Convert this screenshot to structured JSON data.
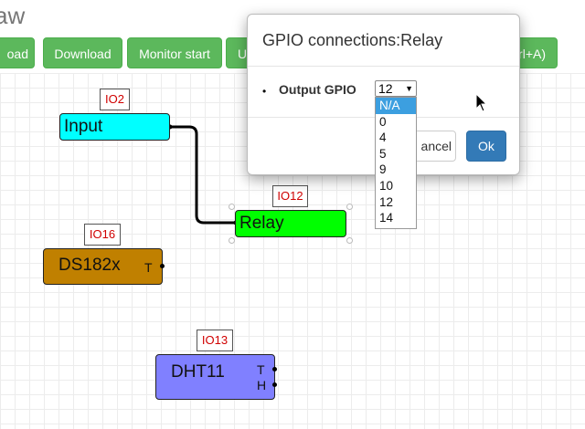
{
  "app": {
    "title_fragment": "aw"
  },
  "toolbar": {
    "upload_label": "oad",
    "download_label": "Download",
    "monitor_label": "Monitor start",
    "partial_label": "U",
    "shortcut_label": "rl+A)"
  },
  "blocks": {
    "input": {
      "name": "Input",
      "tag": "IO2",
      "color": "#00ffff"
    },
    "relay": {
      "name": "Relay",
      "tag": "IO12",
      "color": "#00ff00"
    },
    "ds182x": {
      "name": "DS182x",
      "tag": "IO16",
      "color": "#c08000",
      "pin_t": "T"
    },
    "dht11": {
      "name": "DHT11",
      "tag": "IO13",
      "color": "#8080ff",
      "pin_t": "T",
      "pin_h": "H"
    }
  },
  "modal": {
    "title": "GPIO connections:Relay",
    "output_gpio_label": "Output GPIO",
    "selected_value": "12",
    "options": [
      "N/A",
      "0",
      "4",
      "5",
      "9",
      "10",
      "12",
      "14"
    ],
    "highlighted_option": "N/A",
    "cancel_label": "ancel",
    "ok_label": "Ok",
    "accent": "#337ab7"
  }
}
